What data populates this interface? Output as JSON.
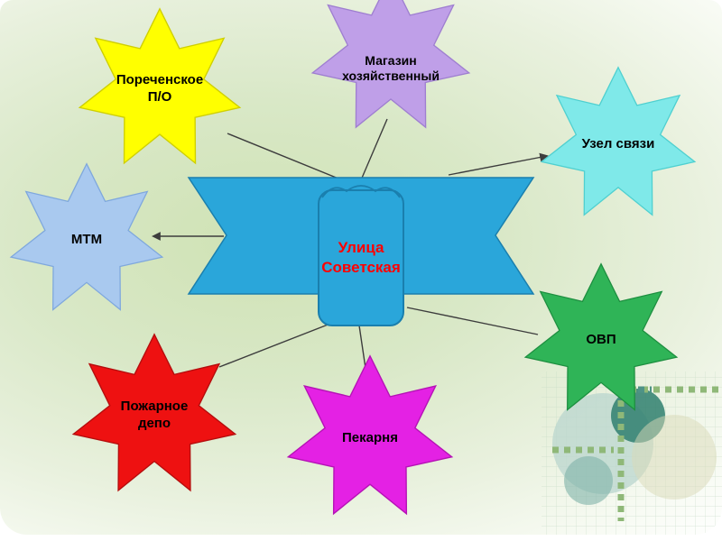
{
  "center": {
    "label": "Улица\nСоветская",
    "text_color": "#ff0000",
    "banner_color": "#2aa6da",
    "banner_edge": "#1a7fae"
  },
  "nodes": [
    {
      "id": "porechenskoe-po",
      "label": "Пореченское\nП/О",
      "color": "#ffff00",
      "edge": "#cfcf00"
    },
    {
      "id": "magazin-khozyaystvenny",
      "label": "Магазин\nхозяйственный",
      "color": "#bf9fe8",
      "edge": "#9f7fd0"
    },
    {
      "id": "uzel-svyazi",
      "label": "Узел связи",
      "color": "#7fe9e9",
      "edge": "#4fd0d0"
    },
    {
      "id": "mtm",
      "label": "МТМ",
      "color": "#a9c9ef",
      "edge": "#7fa8dd"
    },
    {
      "id": "ovp",
      "label": "ОВП",
      "color": "#2fb457",
      "edge": "#1e8f40"
    },
    {
      "id": "pozharnoe-depo",
      "label": "Пожарное\nдепо",
      "color": "#ee1111",
      "edge": "#b50d0d"
    },
    {
      "id": "pekarnya",
      "label": "Пекарня",
      "color": "#e421e4",
      "edge": "#b513b5"
    }
  ]
}
